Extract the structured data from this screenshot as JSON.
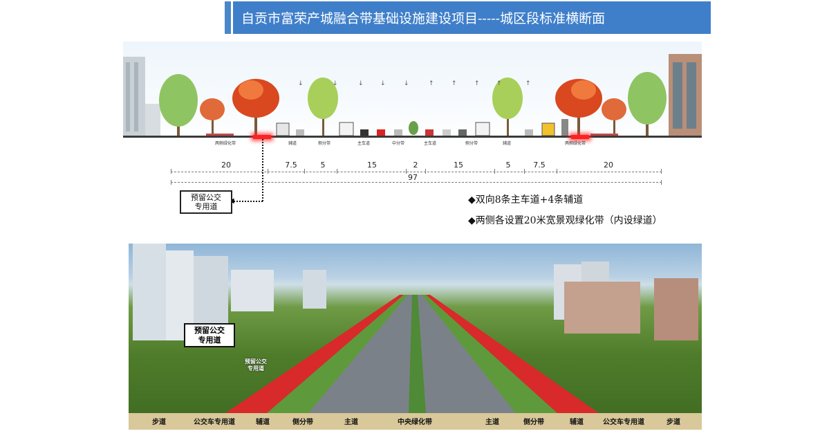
{
  "title": "自贡市富荣产城融合带基础设施建设项目-----城区段标准横断面",
  "section": {
    "labels": [
      "两侧绿化带",
      "辅道",
      "侧分带",
      "主车道",
      "中分带",
      "主车道",
      "侧分带",
      "辅道",
      "两侧绿化带"
    ]
  },
  "dimensions": {
    "segments": [
      "20",
      "7.5",
      "5",
      "15",
      "2",
      "15",
      "5",
      "7.5",
      "20"
    ],
    "total": "97"
  },
  "bus_note": {
    "line1": "预留公交",
    "line2": "专用道"
  },
  "bullets": [
    "◆双向8条主车道+4条辅道",
    "◆两侧各设置20米宽景观绿化带（内设绿道）"
  ],
  "aerial": {
    "callout_line1": "预留公交",
    "callout_line2": "专用道",
    "small_callout_line1": "预留公交",
    "small_callout_line2": "专用道",
    "bottom_labels": [
      "步道",
      "公交车专用道",
      "辅道",
      "侧分带",
      "主道",
      "中央绿化带",
      "主道",
      "侧分带",
      "辅道",
      "公交车专用道",
      "步道"
    ]
  },
  "colors": {
    "title_bg": "#3f7fca",
    "bus_lane": "#ff2020",
    "green": "#4f7c2a"
  }
}
